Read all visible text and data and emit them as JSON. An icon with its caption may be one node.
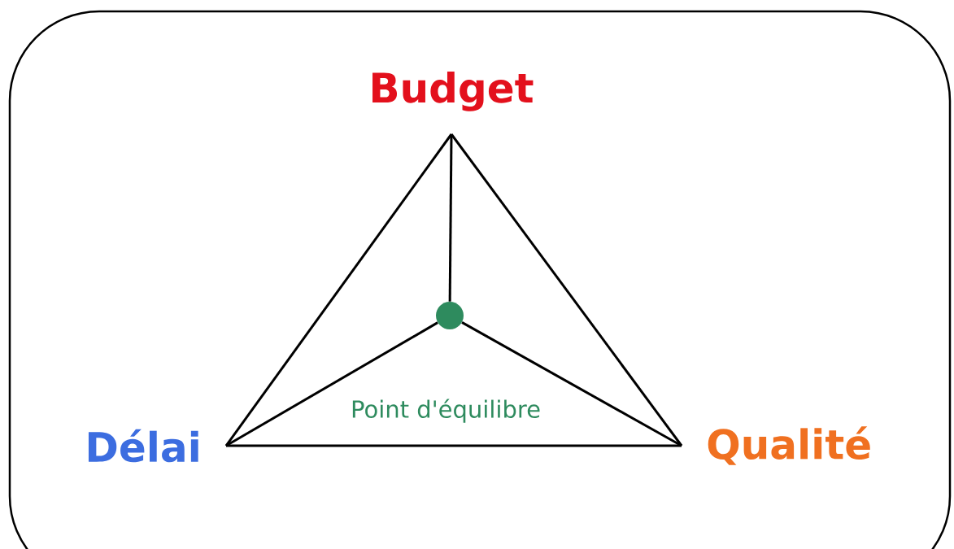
{
  "diagram": {
    "nodes": [
      {
        "text": [
          "Budget"
        ]
      },
      {
        "text": [
          "Délai"
        ]
      },
      {
        "text": [
          "Qualité"
        ]
      },
      {
        "text": [],
        "shape": "circle",
        "beside": [
          "Point d'équilibre"
        ]
      }
    ],
    "edges": [
      {
        "from": 0,
        "to": 1,
        "arrow": "none"
      },
      {
        "from": 0,
        "to": 2,
        "arrow": "none"
      },
      {
        "from": 1,
        "to": 2,
        "arrow": "none"
      },
      {
        "from": 3,
        "to": 0,
        "arrow": "none"
      },
      {
        "from": 3,
        "to": 1,
        "arrow": "none"
      },
      {
        "from": 3,
        "to": 2,
        "arrow": "none"
      }
    ]
  }
}
